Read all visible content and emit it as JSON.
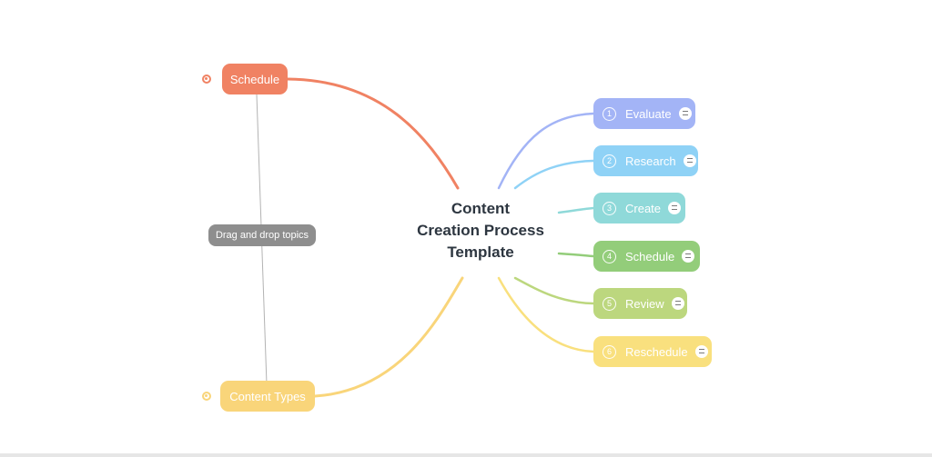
{
  "colors": {
    "schedule_left": "#f08263",
    "content_types": "#f9d57a",
    "evaluate": "#a3b4f6",
    "research": "#8fd2f6",
    "create": "#8fd9d9",
    "schedule_right": "#93cd7a",
    "review": "#bcd77e",
    "reschedule": "#f9e07e",
    "relationship": "#b3b3b3",
    "drag_label": "#8e8e8e"
  },
  "center": {
    "line1": "Content",
    "line2": "Creation Process",
    "line3": "Template"
  },
  "left_topics": {
    "schedule": "Schedule",
    "content_types": "Content Types"
  },
  "relationship_label": "Drag and drop topics",
  "right_topics": [
    {
      "num": "1",
      "label": "Evaluate",
      "icon": "note-icon"
    },
    {
      "num": "2",
      "label": "Research",
      "icon": "note-icon"
    },
    {
      "num": "3",
      "label": "Create",
      "icon": "note-icon"
    },
    {
      "num": "4",
      "label": "Schedule",
      "icon": "note-icon"
    },
    {
      "num": "5",
      "label": "Review",
      "icon": "note-icon"
    },
    {
      "num": "6",
      "label": "Reschedule",
      "icon": "note-icon"
    }
  ]
}
